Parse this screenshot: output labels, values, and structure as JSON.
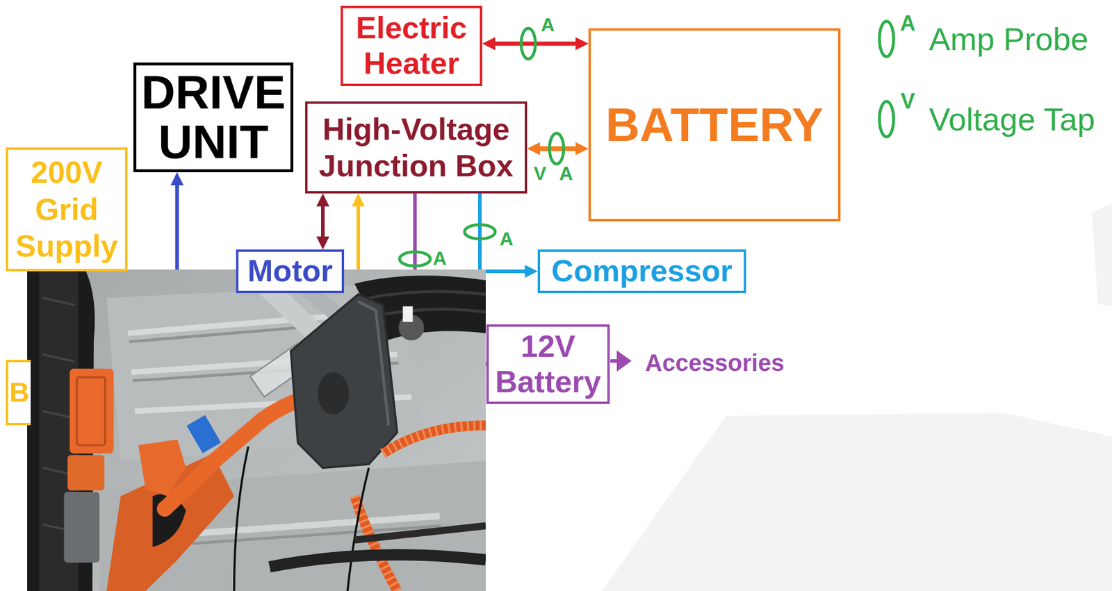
{
  "diagram": {
    "nodes": [
      {
        "text": [
          "Electric Heater"
        ]
      },
      {
        "text": [
          "BATTERY"
        ]
      },
      {
        "text": [
          "DRIVE UNIT"
        ]
      },
      {
        "text": [
          "High-Voltage Junction Box"
        ]
      },
      {
        "text": [
          "200V Grid Supply"
        ]
      },
      {
        "text": [
          "Motor"
        ]
      },
      {
        "text": [
          "Compressor"
        ]
      },
      {
        "text": [
          "12V Battery"
        ]
      },
      {
        "text": [
          "B"
        ]
      }
    ],
    "edges": [
      {
        "from": 0,
        "to": 1,
        "arrow": "both"
      },
      {
        "from": 3,
        "to": 1,
        "arrow": "both"
      },
      {
        "from": 5,
        "to": 2,
        "arrow": "to"
      },
      {
        "from": 3,
        "to": 5,
        "arrow": "both"
      },
      {
        "from": 8,
        "to": 3,
        "arrow": "to"
      },
      {
        "from": 3,
        "to": 7,
        "arrow": "none"
      },
      {
        "from": 3,
        "to": 6,
        "arrow": "to"
      }
    ],
    "labels": [
      "A",
      "V",
      "A",
      "A",
      "A",
      "Accessories",
      "A",
      "V"
    ],
    "legend": [
      {
        "text": "Amp Probe"
      },
      {
        "text": "Voltage Tap"
      }
    ]
  }
}
